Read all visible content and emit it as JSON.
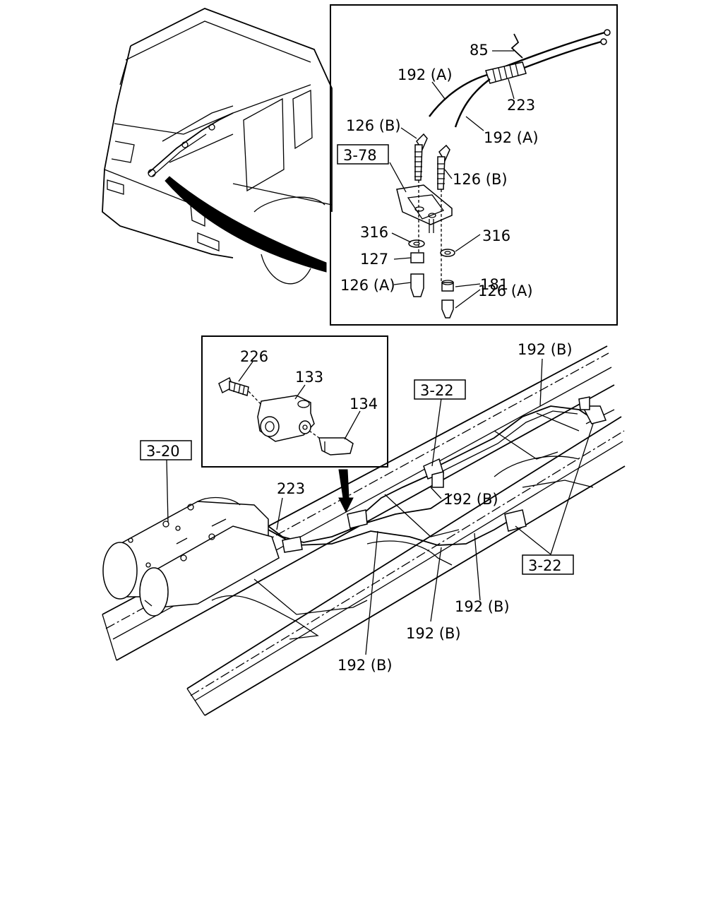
{
  "labels": {
    "l85": "85",
    "l192a_1": "192 (A)",
    "l223_top": "223",
    "l126b_1": "126 (B)",
    "l192a_2": "192 (A)",
    "l126b_2": "126 (B)",
    "l316_1": "316",
    "l316_2": "316",
    "l127": "127",
    "l181": "181",
    "l126a_1": "126 (A)",
    "l126a_2": "126 (A)",
    "l226": "226",
    "l133": "133",
    "l134": "134",
    "l192b_top": "192 (B)",
    "l192b_mid": "192 (B)",
    "l223_bot": "223",
    "l192b_r": "192 (B)",
    "l192b_c": "192 (B)",
    "l192b_b": "192 (B)"
  },
  "refs": {
    "r378": "3-78",
    "r322_top": "3-22",
    "r320": "3-20",
    "r322_right": "3-22"
  }
}
